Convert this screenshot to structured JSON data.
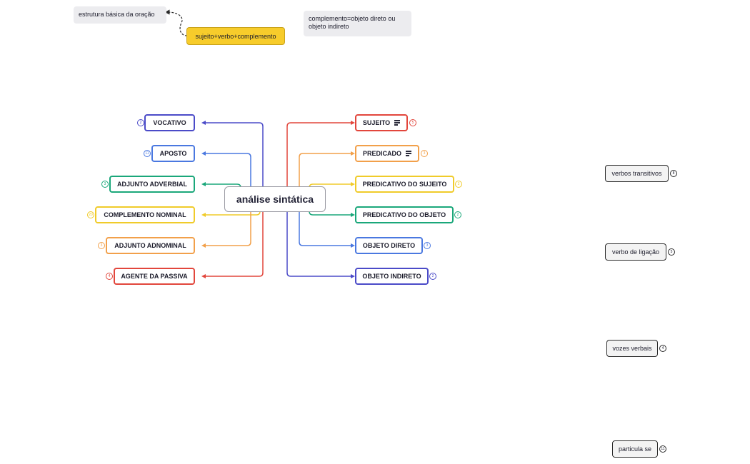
{
  "colors": {
    "blue_dark": "#4b4bc8",
    "blue": "#4a78e0",
    "green": "#1aa77a",
    "yellow": "#f0cb2a",
    "orange": "#f2a04a",
    "red": "#e2463c",
    "indigo": "#4b4bc8"
  },
  "header": {
    "note_left": "estrutura básica da oração",
    "note_yellow": "sujeito+verbo+complemento",
    "note_right": "complemento=objeto direto ou objeto indireto"
  },
  "central": {
    "label": "análise sintática"
  },
  "left_branches": [
    {
      "label": "VOCATIVO",
      "color": "#4b4bc8",
      "badge": "2"
    },
    {
      "label": "APOSTO",
      "color": "#4a78e0",
      "badge": "11"
    },
    {
      "label": "ADJUNTO ADVERBIAL",
      "color": "#1aa77a",
      "badge": "3"
    },
    {
      "label": "COMPLEMENTO NOMINAL",
      "color": "#f0cb2a",
      "badge": "20"
    },
    {
      "label": "ADJUNTO ADNOMINAL",
      "color": "#f2a04a",
      "badge": "3"
    },
    {
      "label": "AGENTE DA PASSIVA",
      "color": "#e2463c",
      "badge": "4"
    }
  ],
  "right_branches": [
    {
      "label": "SUJEITO",
      "color": "#e2463c",
      "badge": "5",
      "notes_icon": true
    },
    {
      "label": "PREDICADO",
      "color": "#f2a04a",
      "badge": "3",
      "notes_icon": true
    },
    {
      "label": "PREDICATIVO DO SUJEITO",
      "color": "#f0cb2a",
      "badge": "3",
      "notes_icon": false
    },
    {
      "label": "PREDICATIVO DO OBJETO",
      "color": "#1aa77a",
      "badge": "2",
      "notes_icon": false
    },
    {
      "label": "OBJETO DIRETO",
      "color": "#4a78e0",
      "badge": "3",
      "notes_icon": false
    },
    {
      "label": "OBJETO INDIRETO",
      "color": "#4b4bc8",
      "badge": "2",
      "notes_icon": false
    }
  ],
  "floating_topics": [
    {
      "label": "verbos transitivos",
      "badge": "8"
    },
    {
      "label": "verbo de ligação",
      "badge": "5"
    },
    {
      "label": "vozes verbais",
      "badge": "4"
    },
    {
      "label": "particula se",
      "badge": "11"
    }
  ]
}
